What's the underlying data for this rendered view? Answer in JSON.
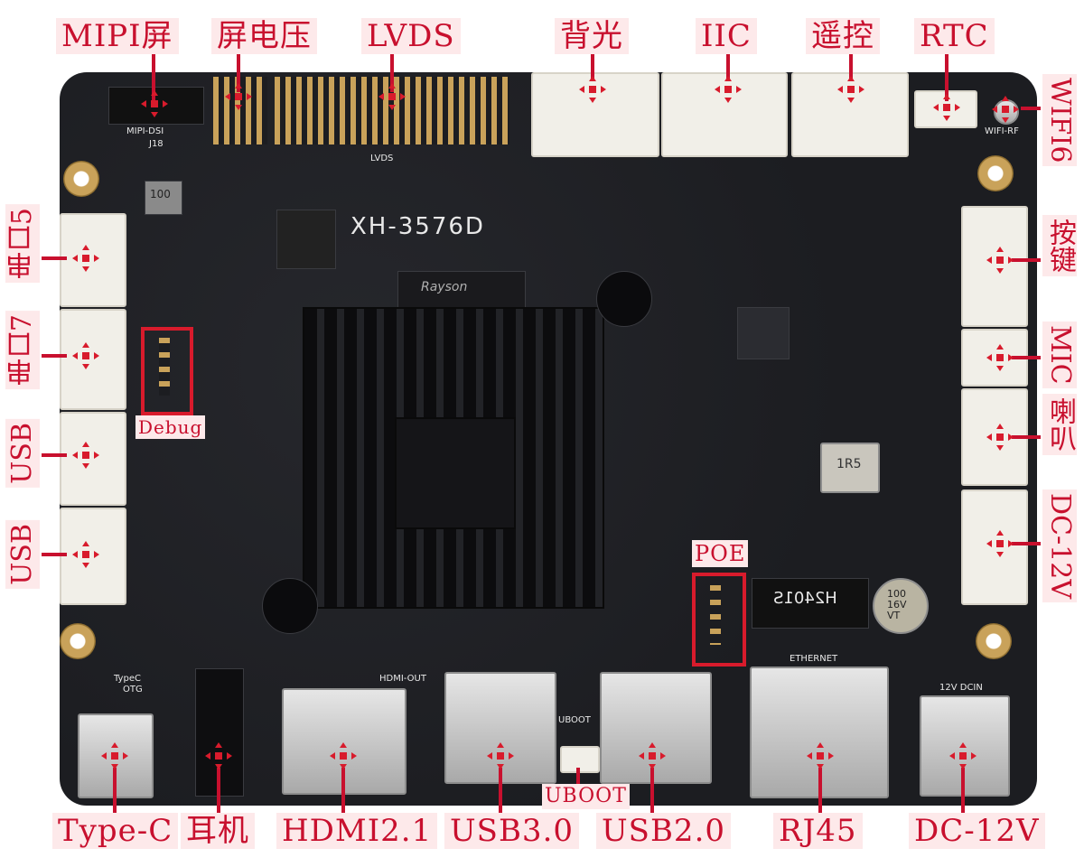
{
  "labels": {
    "mipi": "MIPI屏",
    "screen_voltage": "屏电压",
    "lvds": "LVDS",
    "backlight": "背光",
    "iic": "IIC",
    "remote": "遥控",
    "rtc": "RTC",
    "wifi6": "WIFI6",
    "uart5": "串口5",
    "uart7": "串口7",
    "debug": "Debug",
    "usb_left_1": "USB",
    "usb_left_2": "USB",
    "keys": "按键",
    "mic": "MIC",
    "speaker": "喇叭",
    "dc12v_right": "DC-12V",
    "poe": "POE",
    "typec": "Type-C",
    "headphone": "耳机",
    "hdmi": "HDMI2.1",
    "usb30": "USB3.0",
    "uboot": "UBOOT",
    "usb20": "USB2.0",
    "rj45": "RJ45",
    "dc12v_bottom": "DC-12V"
  },
  "board": {
    "model": "XH-3576D",
    "chip_brand": "Rayson",
    "mipi_dsi": "MIPI-DSI",
    "j18": "J18",
    "lvds_silk": "LVDS",
    "hdmi_out": "HDMI-OUT",
    "ethernet": "ETHERNET",
    "otg": "OTG",
    "typec_silk": "TypeC",
    "dc_in": "12V DCIN",
    "uboot_silk": "UBOOT",
    "cap": "100 16V VT",
    "transformer": "H2401S",
    "inductor": "1R5",
    "inductor2": "100",
    "wifi_rf": "WIFI-RF"
  },
  "colors": {
    "accent": "#c8102e",
    "label_bg": "#fde9ea",
    "board": "#1c1d21"
  },
  "icons": {
    "marker": "red-four-way-arrow-icon"
  }
}
